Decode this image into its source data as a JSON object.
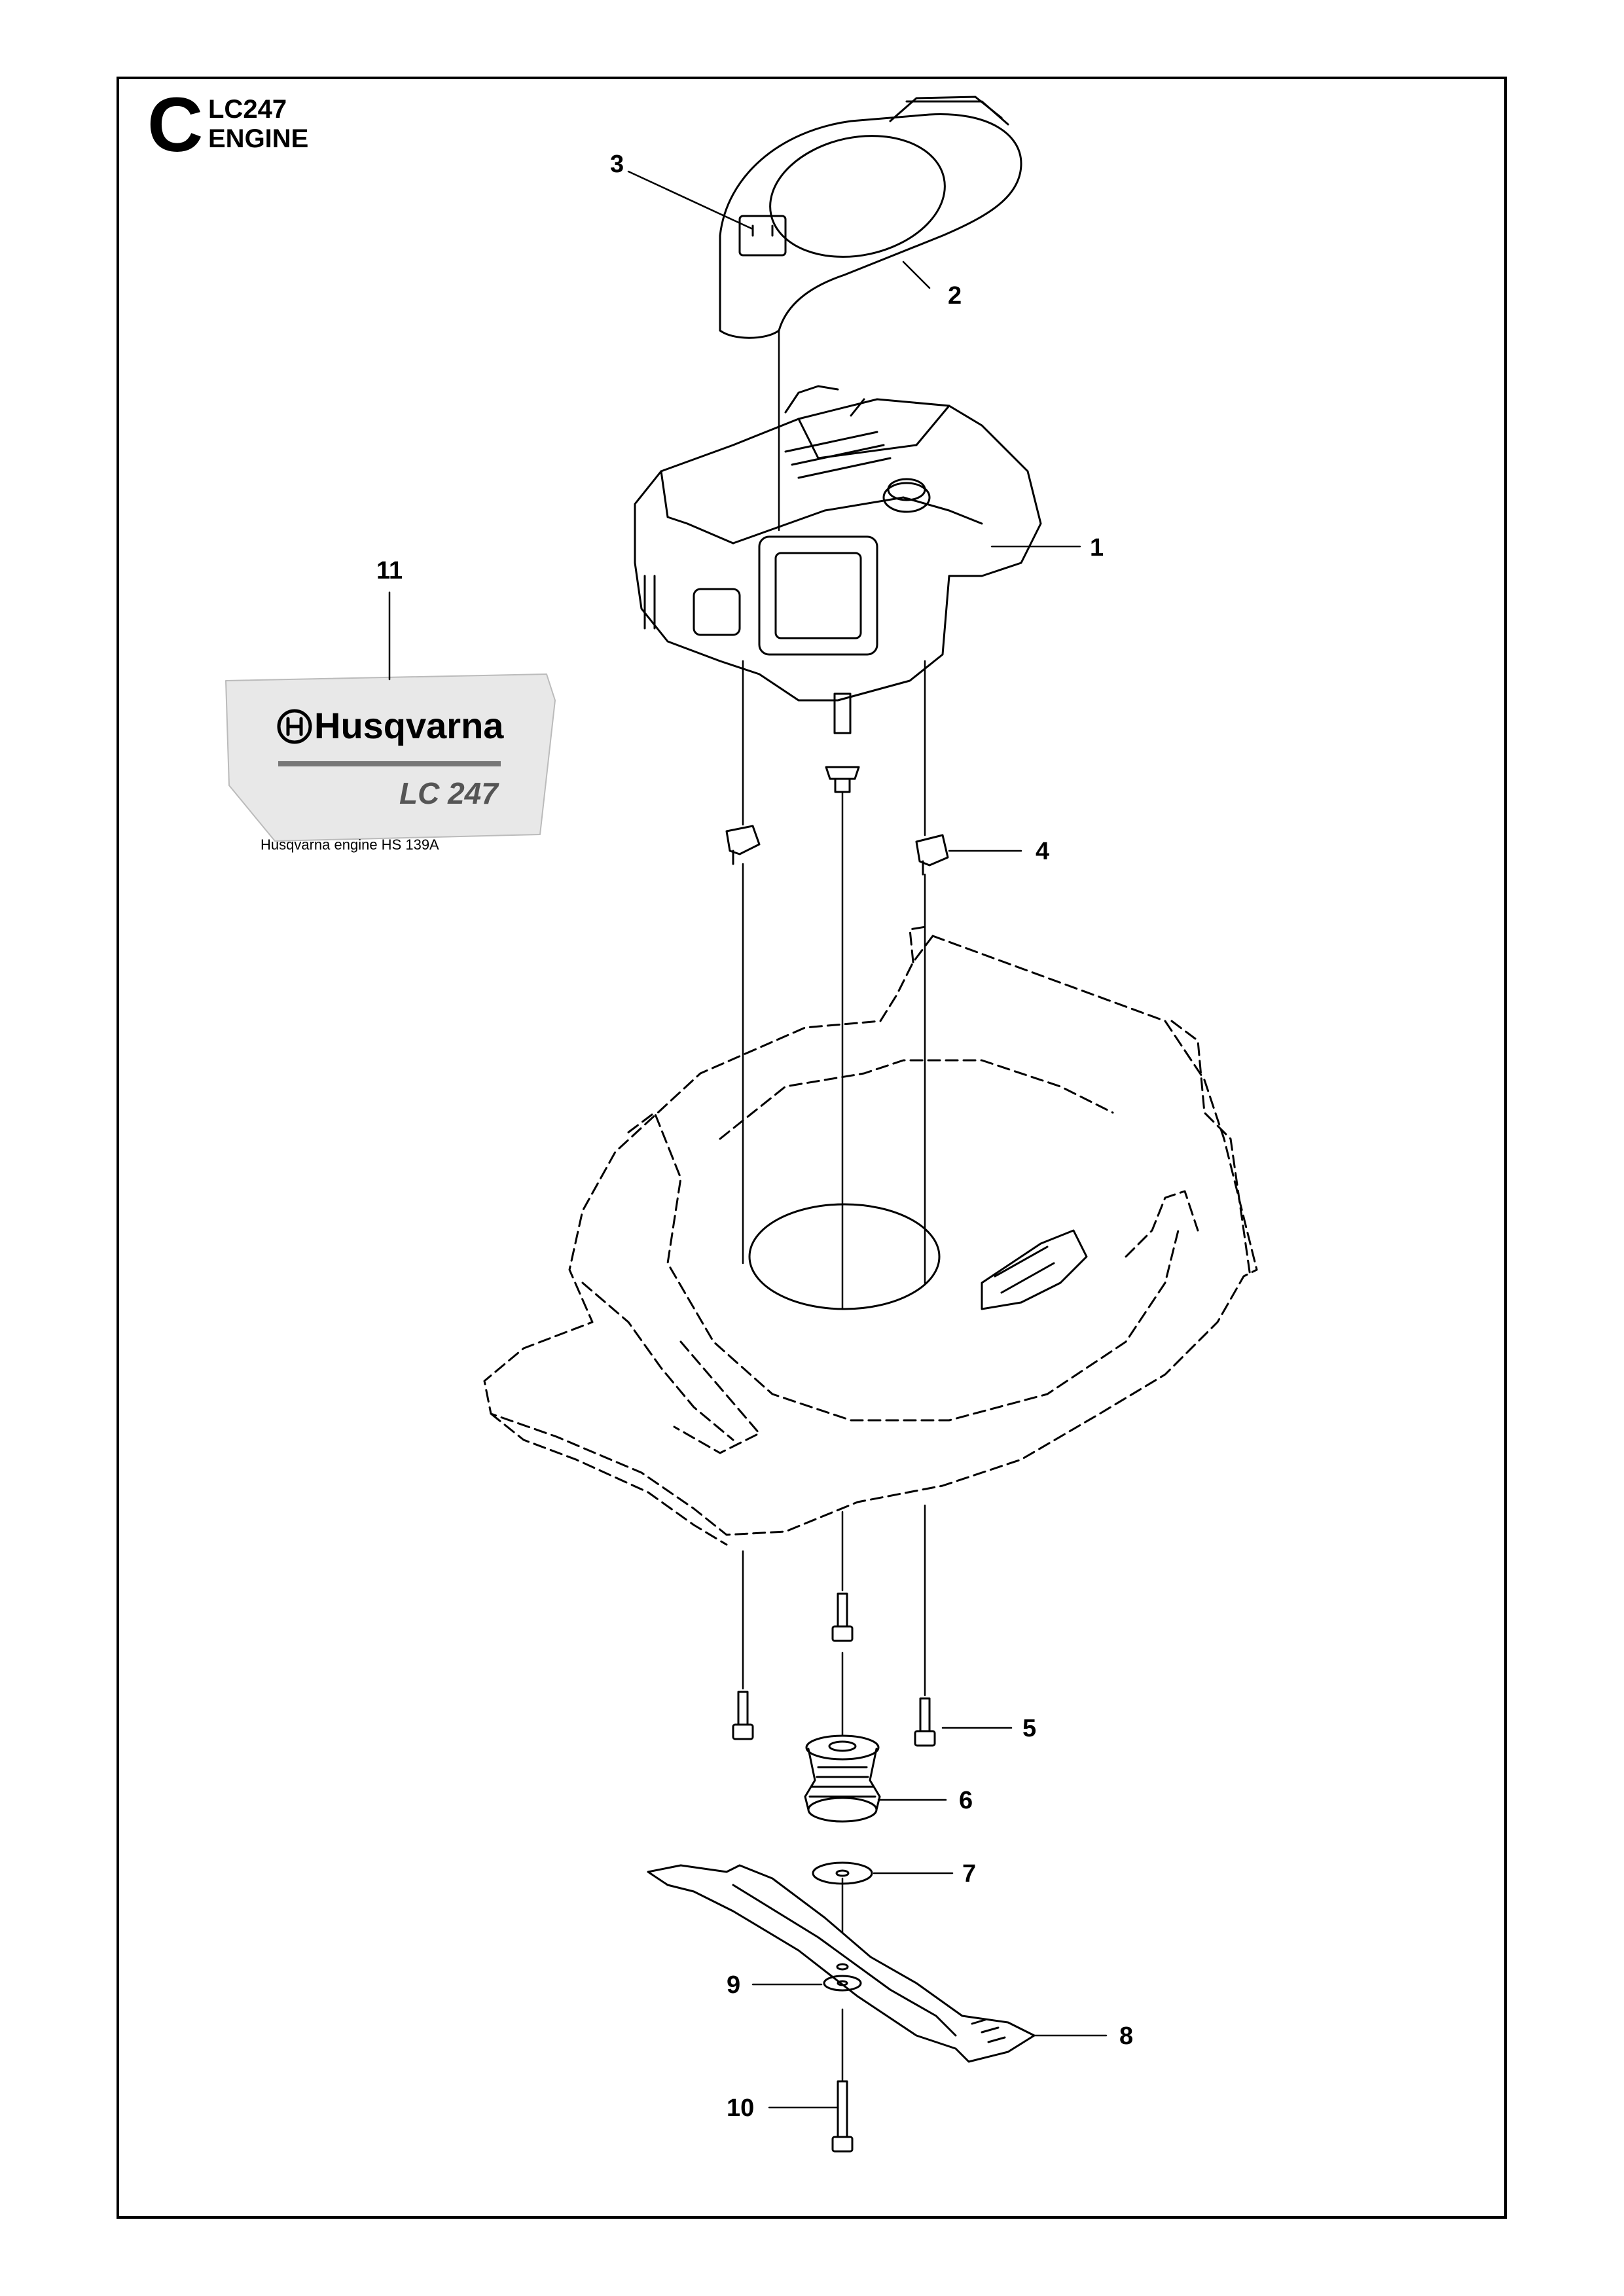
{
  "header": {
    "section_letter": "C",
    "model": "LC247",
    "group": "ENGINE"
  },
  "decal": {
    "brand": "Husqvarna",
    "model_label": "LC 247",
    "engine_text": "Husqvarna engine HS 139A"
  },
  "callouts": [
    "1",
    "2",
    "3",
    "4",
    "5",
    "6",
    "7",
    "8",
    "9",
    "10",
    "11"
  ],
  "parts": {
    "1": "engine-assembly",
    "2": "engine-cover",
    "3": "cover-clip",
    "4": "engine-mount-spacer",
    "5": "engine-bolt",
    "6": "blade-hub",
    "7": "hub-washer",
    "8": "blade",
    "9": "blade-washer",
    "10": "blade-bolt",
    "11": "engine-decal"
  }
}
